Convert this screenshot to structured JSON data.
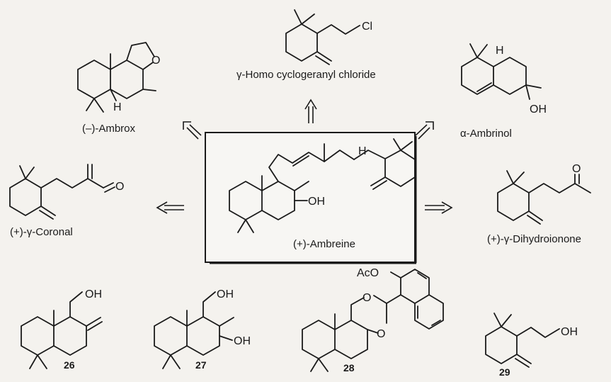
{
  "center": {
    "name": "(+)-Ambreine",
    "oh_label": "OH",
    "h_label": "H"
  },
  "products": {
    "ambrox": {
      "name": "(–)-Ambrox",
      "o_label": "O",
      "h_label": "H"
    },
    "homo": {
      "name": "γ-Homo cyclogeranyl chloride",
      "cl_label": "Cl"
    },
    "ambrinol": {
      "name": "α-Ambrinol",
      "oh_label": "OH",
      "h_label": "H"
    },
    "coronal": {
      "name": "(+)-γ-Coronal",
      "o_label": "O"
    },
    "dihydroionone": {
      "name": "(+)-γ-Dihydroionone",
      "o_label": "O"
    }
  },
  "compounds": [
    {
      "number": "26",
      "oh_label": "OH"
    },
    {
      "number": "27",
      "oh_label": "OH",
      "oh2_label": "OH"
    },
    {
      "number": "28",
      "aco_label": "AcO",
      "o1_label": "O",
      "o2_label": "O"
    },
    {
      "number": "29",
      "oh_label": "OH"
    }
  ],
  "colors": {
    "ink": "#1a1a1a",
    "background": "#f4f2ee"
  }
}
